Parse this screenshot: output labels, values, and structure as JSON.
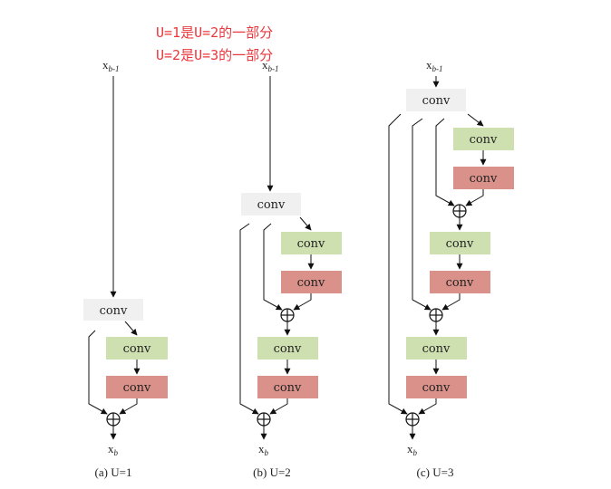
{
  "annotation": {
    "lines": [
      "U=1是U=2的一部分",
      "U=2是U=3的一部分"
    ],
    "color": "#e8383d"
  },
  "labels": {
    "conv": "conv",
    "input_base": "x",
    "input_sub": "b-1",
    "output_base": "x",
    "output_sub": "b"
  },
  "colors": {
    "conv_gray": "#f0f0f0",
    "conv_green": "#cfe0b0",
    "conv_red": "#d99189"
  },
  "diagrams": [
    {
      "caption": "(a) U=1"
    },
    {
      "caption": "(b) U=2"
    },
    {
      "caption": "(c) U=3"
    }
  ]
}
